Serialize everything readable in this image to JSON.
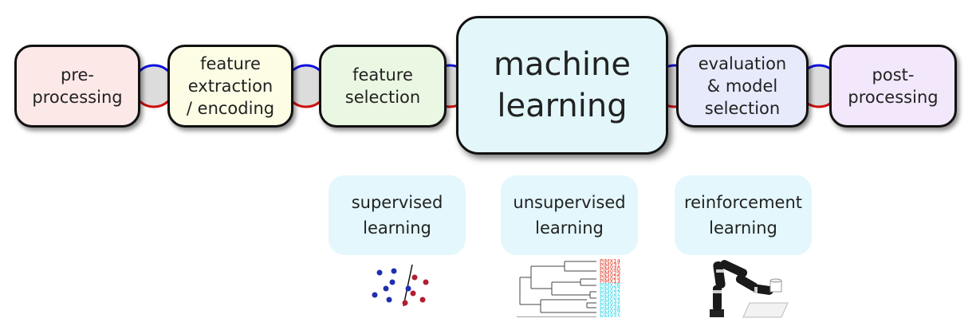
{
  "pipeline": {
    "preprocessing": "pre-\nprocessing",
    "feature_extraction": "feature\nextraction\n/ encoding",
    "feature_selection": "feature\nselection",
    "machine_learning": "machine\nlearning",
    "evaluation": "evaluation\n& model\nselection",
    "postprocessing": "post-\nprocessing"
  },
  "categories": [
    {
      "label": "supervised\nlearning"
    },
    {
      "label": "unsupervised\nlearning"
    },
    {
      "label": "reinforcement\nlearning"
    }
  ],
  "dendrogram_labels": [
    "PIMX14",
    "PIMX31",
    "PIMX40",
    "PIMX29",
    "PIMX25",
    "PIMX13",
    "PIMX26",
    "PIMX32",
    "PIMX37",
    "PIMX02",
    "PIMX33",
    "PIMX41",
    "PIMX48",
    "PIMX47",
    "PIMX42"
  ],
  "colors": {
    "preprocessing": "#fde8e8",
    "feature_extraction": "#fdfde6",
    "feature_selection": "#eaf8e3",
    "machine_learning": "#e3f7fb",
    "evaluation": "#e6eafb",
    "postprocessing": "#f3e8fb",
    "forward_arrow": "#1010dd",
    "backward_arrow": "#cc1111",
    "connector": "#dcdcdc",
    "category_bg": "#e3f7fc"
  }
}
